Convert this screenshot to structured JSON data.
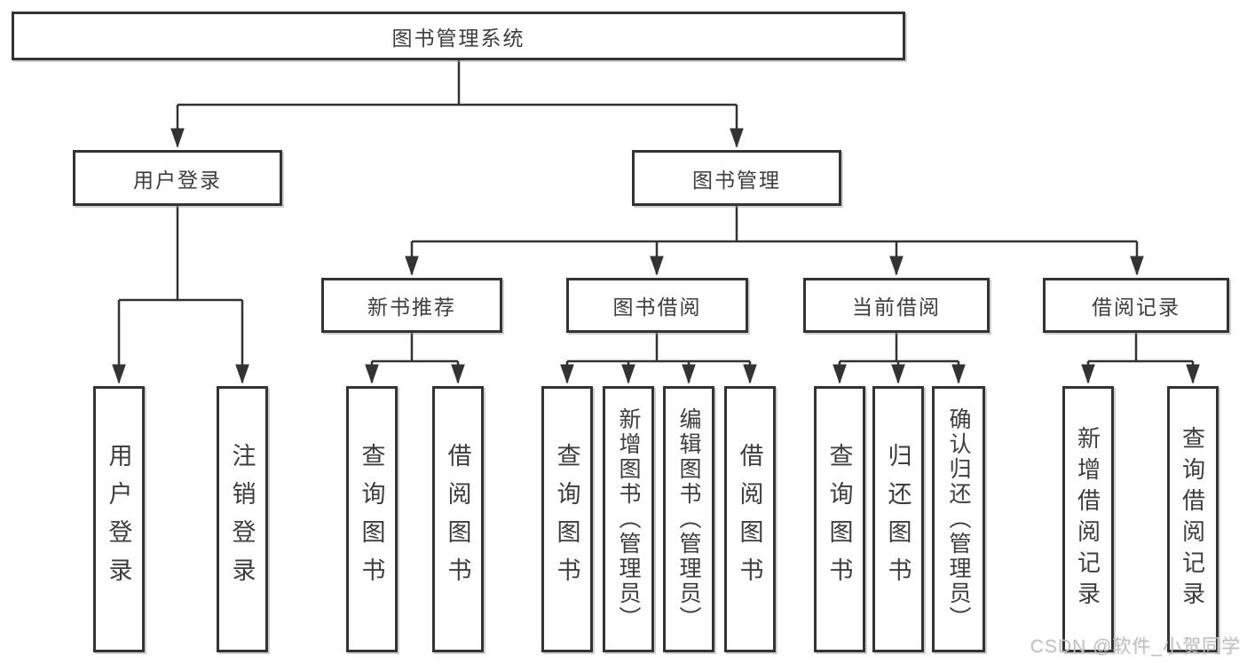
{
  "tree": {
    "root": {
      "label": "图书管理系统"
    },
    "children": [
      {
        "label": "用户登录",
        "children": [
          {
            "label": "用户登录"
          },
          {
            "label": "注销登录"
          }
        ]
      },
      {
        "label": "图书管理",
        "children": [
          {
            "label": "新书推荐",
            "children": [
              {
                "label": "查询图书"
              },
              {
                "label": "借阅图书"
              }
            ]
          },
          {
            "label": "图书借阅",
            "children": [
              {
                "label": "查询图书"
              },
              {
                "label": "新增图书（管理员）"
              },
              {
                "label": "编辑图书（管理员）"
              },
              {
                "label": "借阅图书"
              }
            ]
          },
          {
            "label": "当前借阅",
            "children": [
              {
                "label": "查询图书"
              },
              {
                "label": "归还图书"
              },
              {
                "label": "确认归还（管理员）"
              }
            ]
          },
          {
            "label": "借阅记录",
            "children": [
              {
                "label": "新增借阅记录"
              },
              {
                "label": "查询借阅记录"
              }
            ]
          }
        ]
      }
    ]
  },
  "watermark": "CSDN @软件_小贺同学",
  "colors": {
    "line": "#333333",
    "text": "#3d3d3d",
    "background": "#ffffff",
    "watermark": "#c2c2c2"
  }
}
